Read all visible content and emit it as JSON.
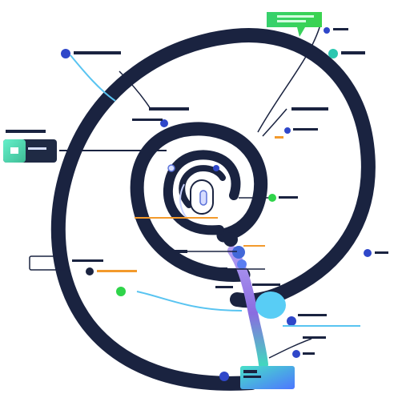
{
  "diagram": {
    "title": "",
    "colors": {
      "ring": "#1a2340",
      "leader": "#1a2340",
      "callout_bar": "#1f2a44",
      "green_accent": "#2fd44a",
      "teal_accent": "#2ac7b0",
      "blue_node": "#2f47c9",
      "cyan_node": "#52c9f0",
      "orange_accent": "#f39a2c",
      "purple_stem": "#9a7de1",
      "gradient_start": "#47e0c8",
      "gradient_end": "#4d76ff"
    },
    "callouts": [
      {
        "id": "top-right-badge",
        "text": "",
        "icon": "speech-bubble-icon"
      },
      {
        "id": "top-left",
        "text": "",
        "icon": "circle-node-icon"
      },
      {
        "id": "right-top",
        "text": "",
        "icon": "circle-node-icon"
      },
      {
        "id": "left-mid",
        "text": "",
        "icon": "chat-icon"
      },
      {
        "id": "inner-left",
        "text": "",
        "icon": "dot-icon"
      },
      {
        "id": "right-mid",
        "text": "",
        "icon": "circle-node-icon"
      },
      {
        "id": "center",
        "text": "",
        "icon": "capsule-icon"
      },
      {
        "id": "lower-left",
        "text": "",
        "icon": "circle-node-icon"
      },
      {
        "id": "bottom-right",
        "text": "",
        "icon": "circle-node-icon"
      },
      {
        "id": "bottom-panel",
        "text": "",
        "icon": "panel-icon"
      }
    ]
  }
}
